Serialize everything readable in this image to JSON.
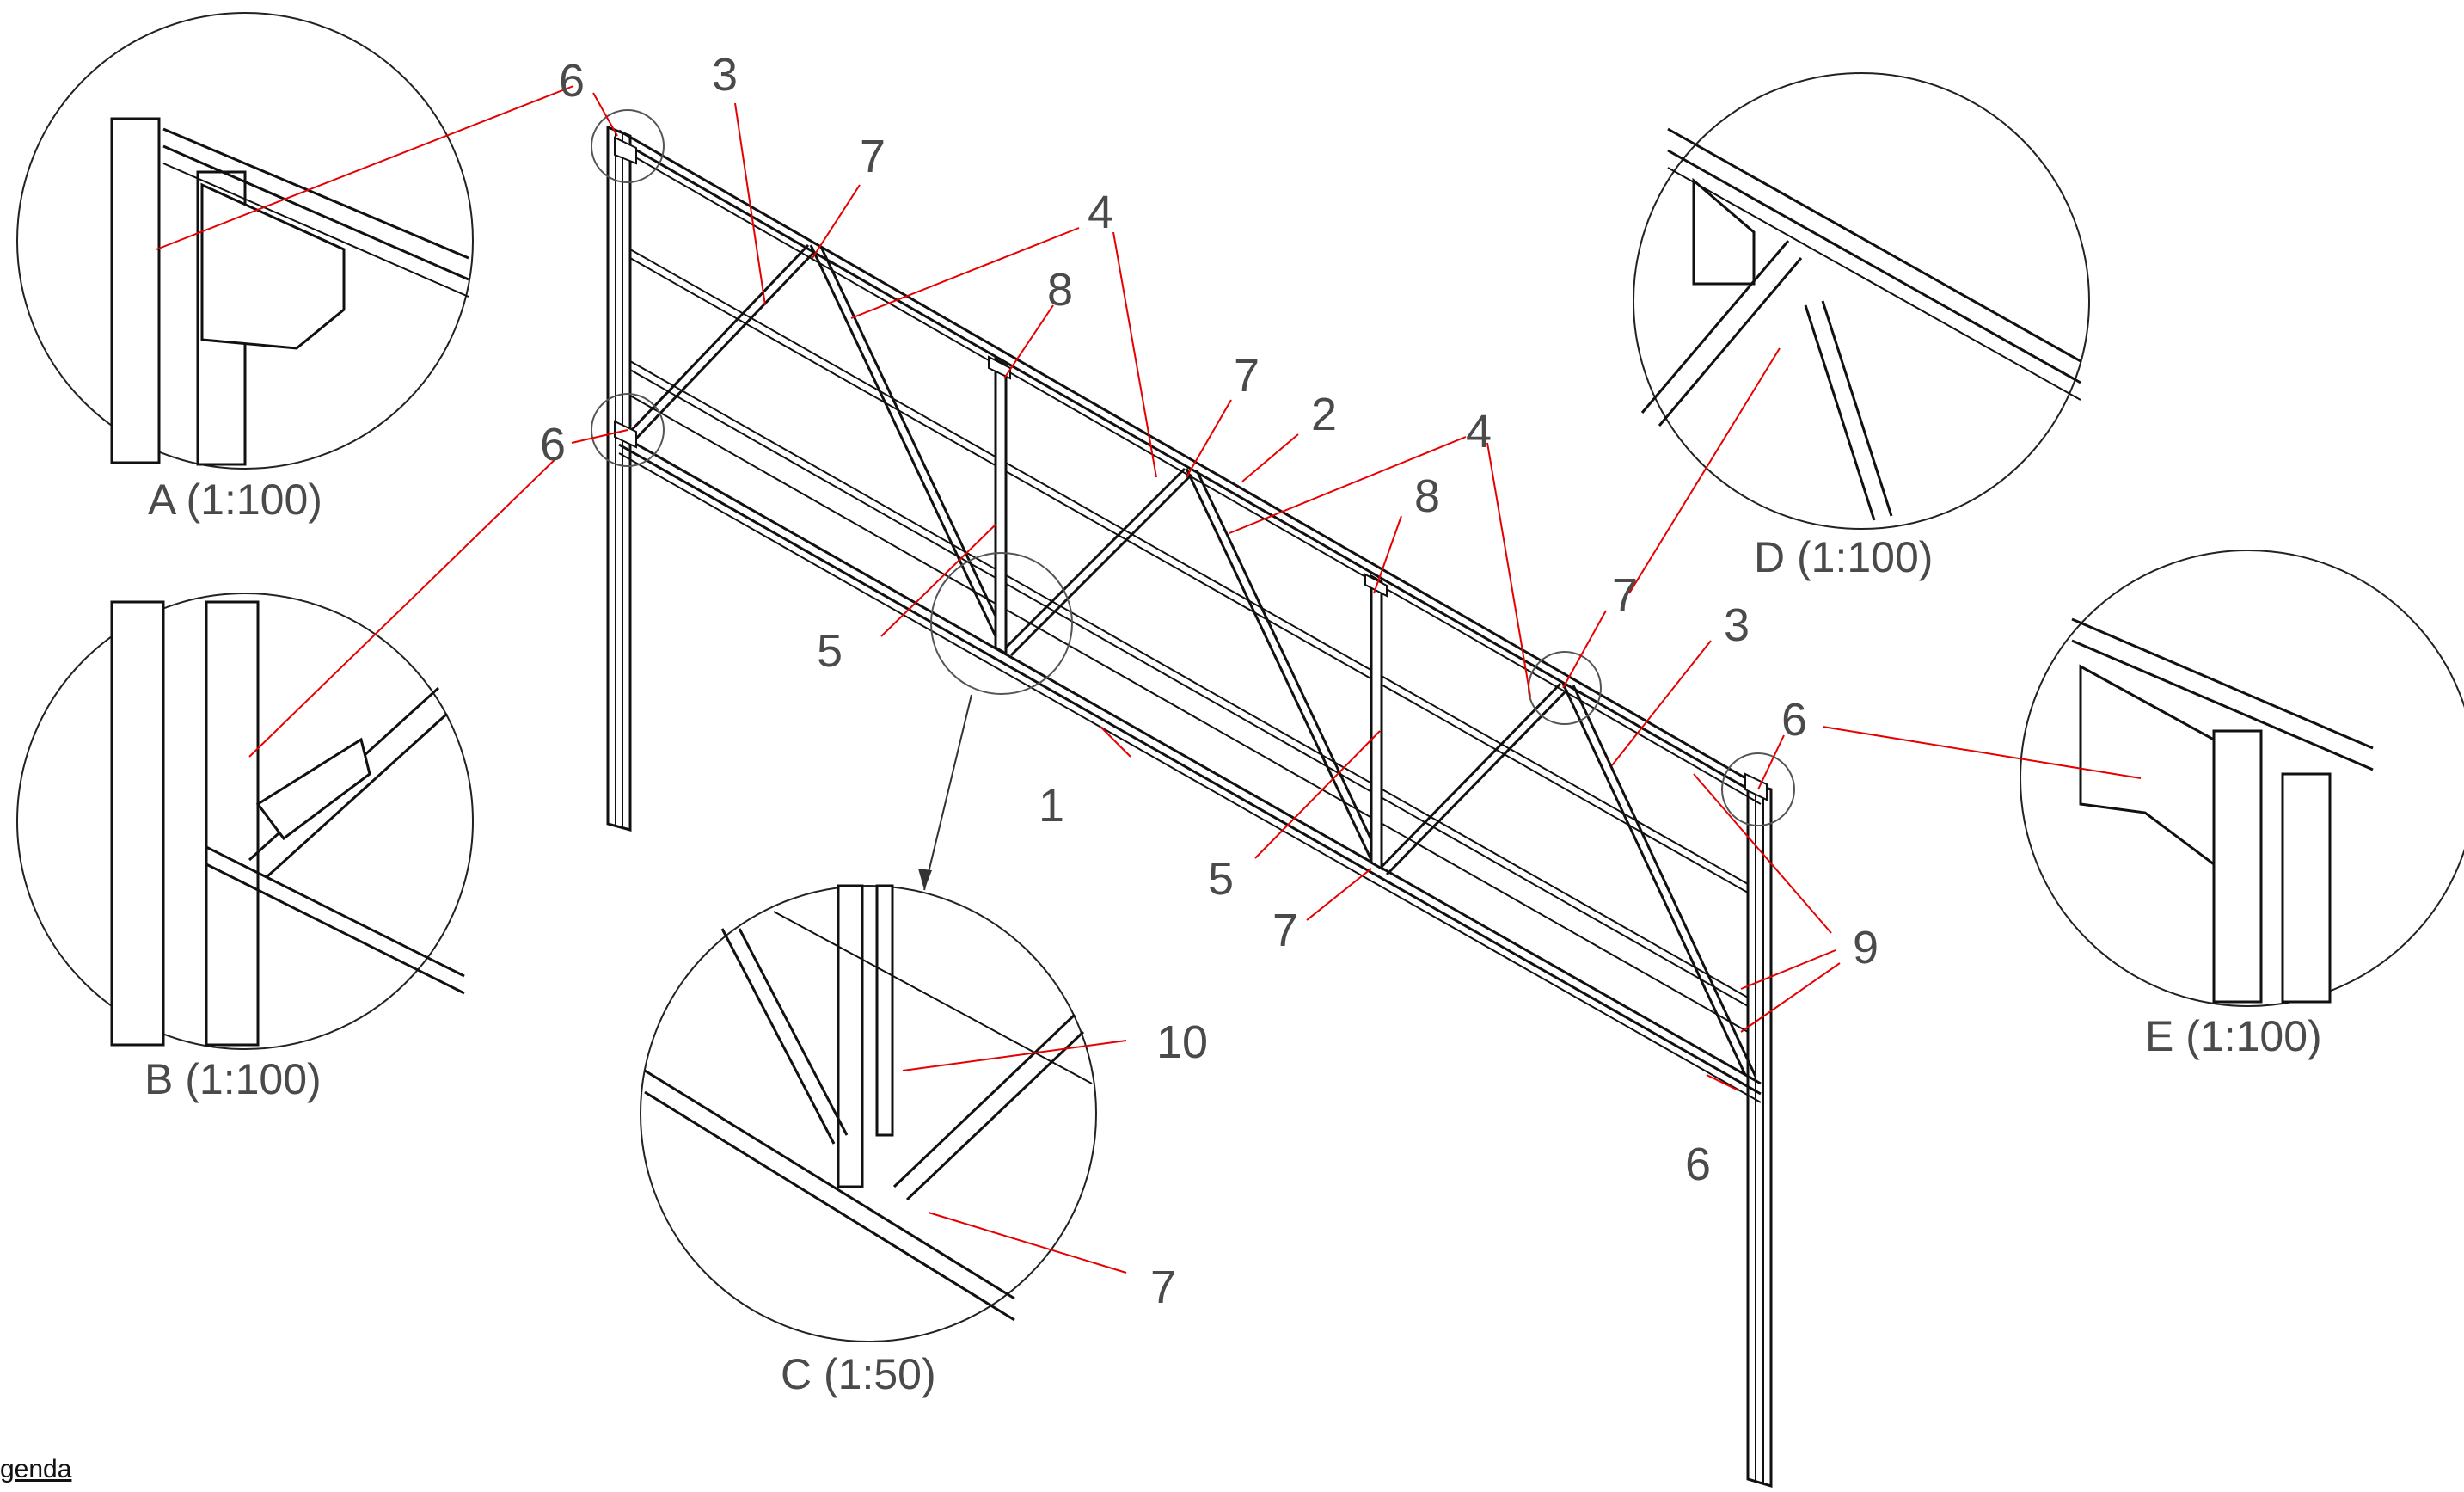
{
  "labels": {
    "n1": "1",
    "n2": "2",
    "n3": "3",
    "n4": "4",
    "n5": "5",
    "n6": "6",
    "n7": "7",
    "n8": "8",
    "n9": "9",
    "n10": "10"
  },
  "details": {
    "a": "A (1:100)",
    "b": "B (1:100)",
    "c": "C (1:50)",
    "d": "D (1:100)",
    "e": "E (1:100)"
  },
  "legend": "genda",
  "colors": {
    "structure": "#111111",
    "leader": "#e60000",
    "text": "#4a4a4a"
  }
}
